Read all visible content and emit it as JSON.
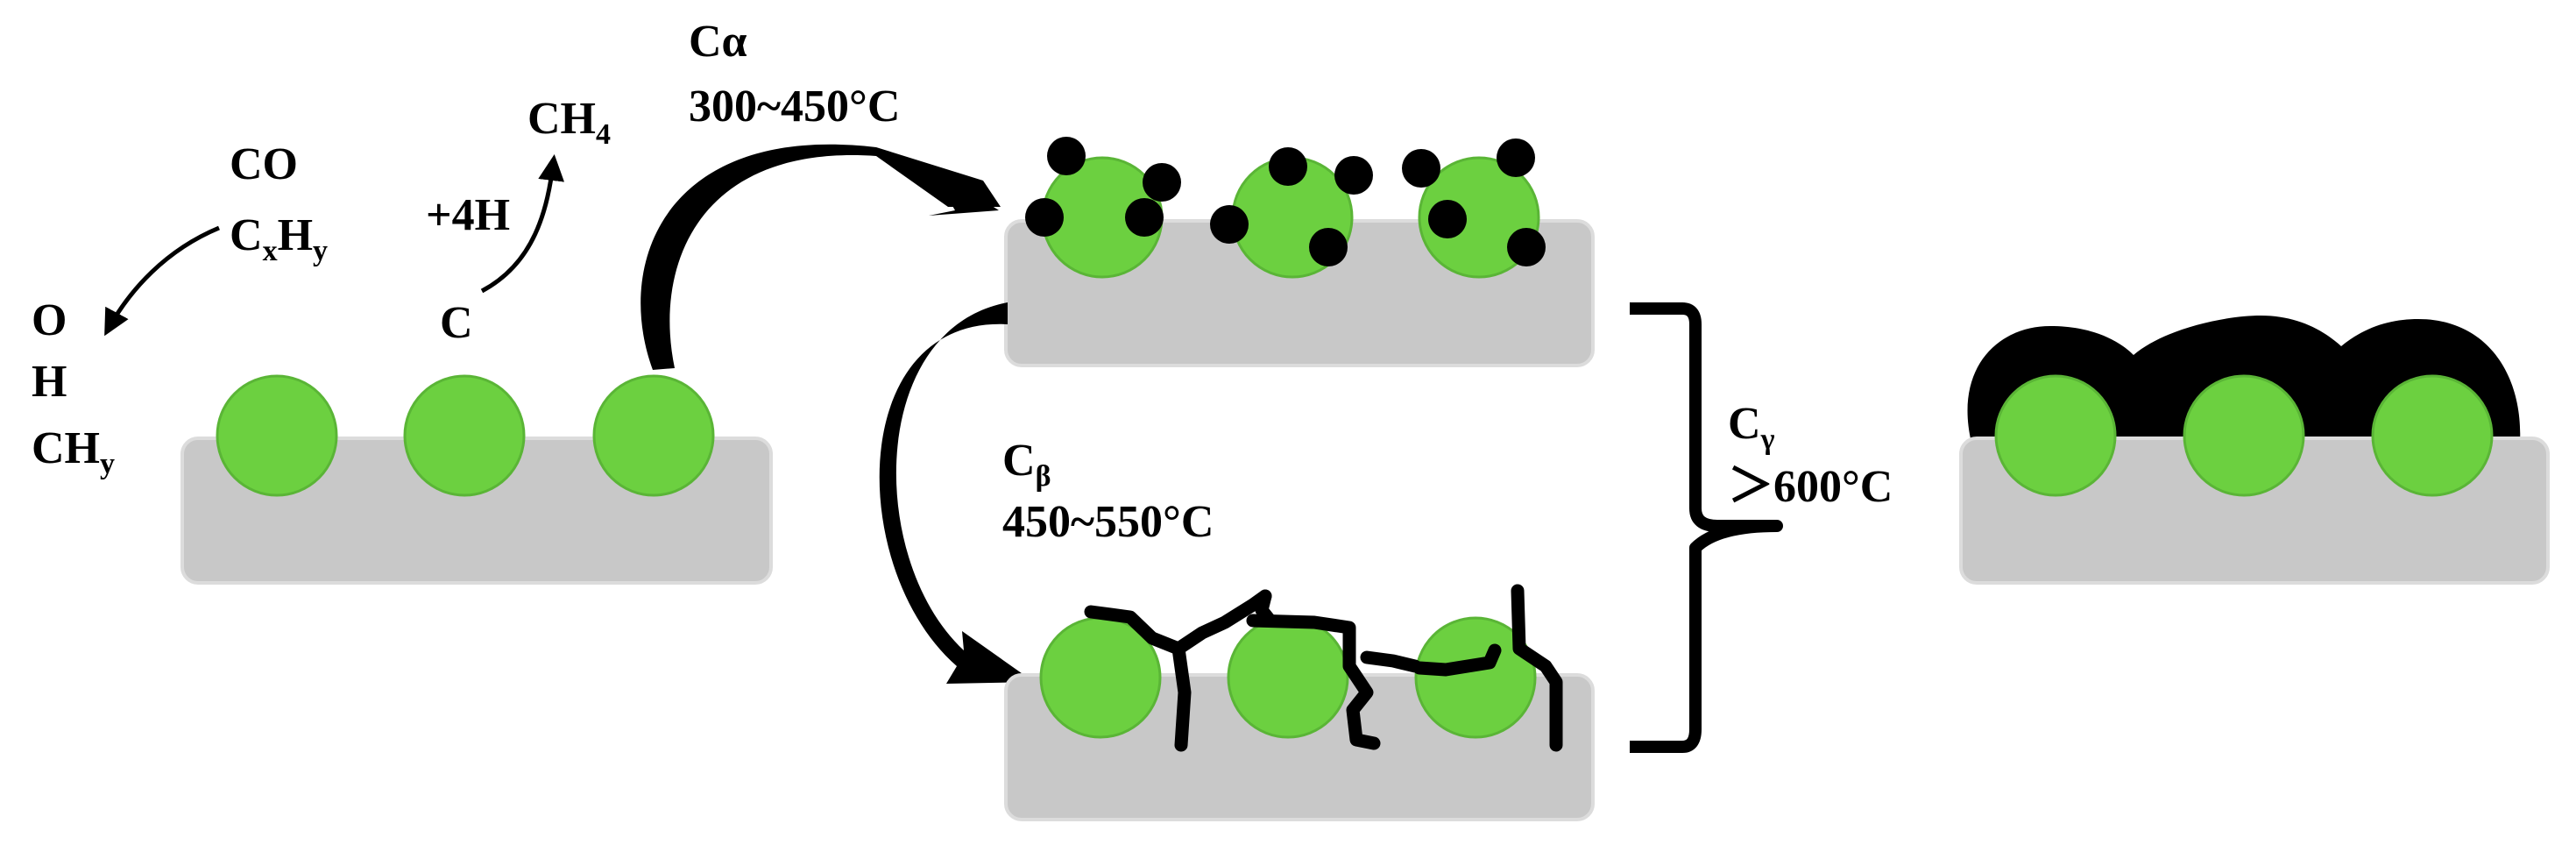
{
  "colors": {
    "particle": "#6cd040",
    "particle_stroke": "#5ab536",
    "support": "#c8c8c8",
    "support_edge": "#dcdcdc",
    "carbon": "#000000",
    "background": "#ffffff"
  },
  "reaction": {
    "reactants": {
      "line1": "CO",
      "line2_main": "C",
      "line2_sub1": "x",
      "line2_mid": "H",
      "line2_sub2": "y"
    },
    "products": {
      "line1": "O",
      "line2": "H",
      "line3_main": "CH",
      "line3_sub": "y"
    },
    "surface_carbon": "C",
    "hydrogenation": "+4H",
    "methane": {
      "main": "CH",
      "sub": "4"
    }
  },
  "alpha": {
    "symbol": "Cα",
    "temperature": "300~450°C"
  },
  "beta": {
    "main": "C",
    "sub": "β",
    "temperature": "450~550°C"
  },
  "gamma": {
    "main": "C",
    "sub": "γ",
    "temperature": "＞600°C"
  },
  "icons": [
    "arrow-icon",
    "curved-arrow-icon",
    "bracket-icon"
  ]
}
